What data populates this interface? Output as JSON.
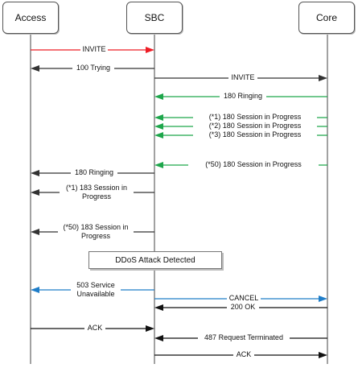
{
  "participants": {
    "access": "Access",
    "sbc": "SBC",
    "core": "Core"
  },
  "colors": {
    "red": "#ee1c25",
    "green": "#1ea64b",
    "blue": "#1f7dc8",
    "black": "#111111",
    "dark": "#333333"
  },
  "messages": [
    {
      "label": "INVITE",
      "from": "access",
      "to": "sbc",
      "color": "red"
    },
    {
      "label": "100 Trying",
      "from": "sbc",
      "to": "access",
      "color": "dark"
    },
    {
      "label": "INVITE",
      "from": "sbc",
      "to": "core",
      "color": "dark"
    },
    {
      "label": "180 Ringing",
      "from": "core",
      "to": "sbc",
      "color": "green"
    },
    {
      "label": "(*1) 180 Session in Progress",
      "from": "core",
      "to": "sbc",
      "color": "green"
    },
    {
      "label": "(*2) 180 Session in Progress",
      "from": "core",
      "to": "sbc",
      "color": "green"
    },
    {
      "label": "(*3) 180 Session in Progress",
      "from": "core",
      "to": "sbc",
      "color": "green"
    },
    {
      "label": "(*50) 180 Session in Progress",
      "from": "core",
      "to": "sbc",
      "color": "green"
    },
    {
      "label": "180 Ringing",
      "from": "sbc",
      "to": "access",
      "color": "dark"
    },
    {
      "label": "(*1) 183 Session in Progress",
      "from": "sbc",
      "to": "access",
      "color": "dark"
    },
    {
      "label": "(*50) 183 Session in Progress",
      "from": "sbc",
      "to": "access",
      "color": "dark"
    },
    {
      "label": "503 Service Unavailable",
      "from": "sbc",
      "to": "access",
      "color": "blue"
    },
    {
      "label": "CANCEL",
      "from": "sbc",
      "to": "core",
      "color": "blue"
    },
    {
      "label": "200 OK",
      "from": "core",
      "to": "sbc",
      "color": "black"
    },
    {
      "label": "ACK",
      "from": "access",
      "to": "sbc",
      "color": "black"
    },
    {
      "label": "487 Request Terminated",
      "from": "core",
      "to": "sbc",
      "color": "black"
    },
    {
      "label": "ACK",
      "from": "sbc",
      "to": "core",
      "color": "black"
    }
  ],
  "note": "DDoS Attack Detected"
}
